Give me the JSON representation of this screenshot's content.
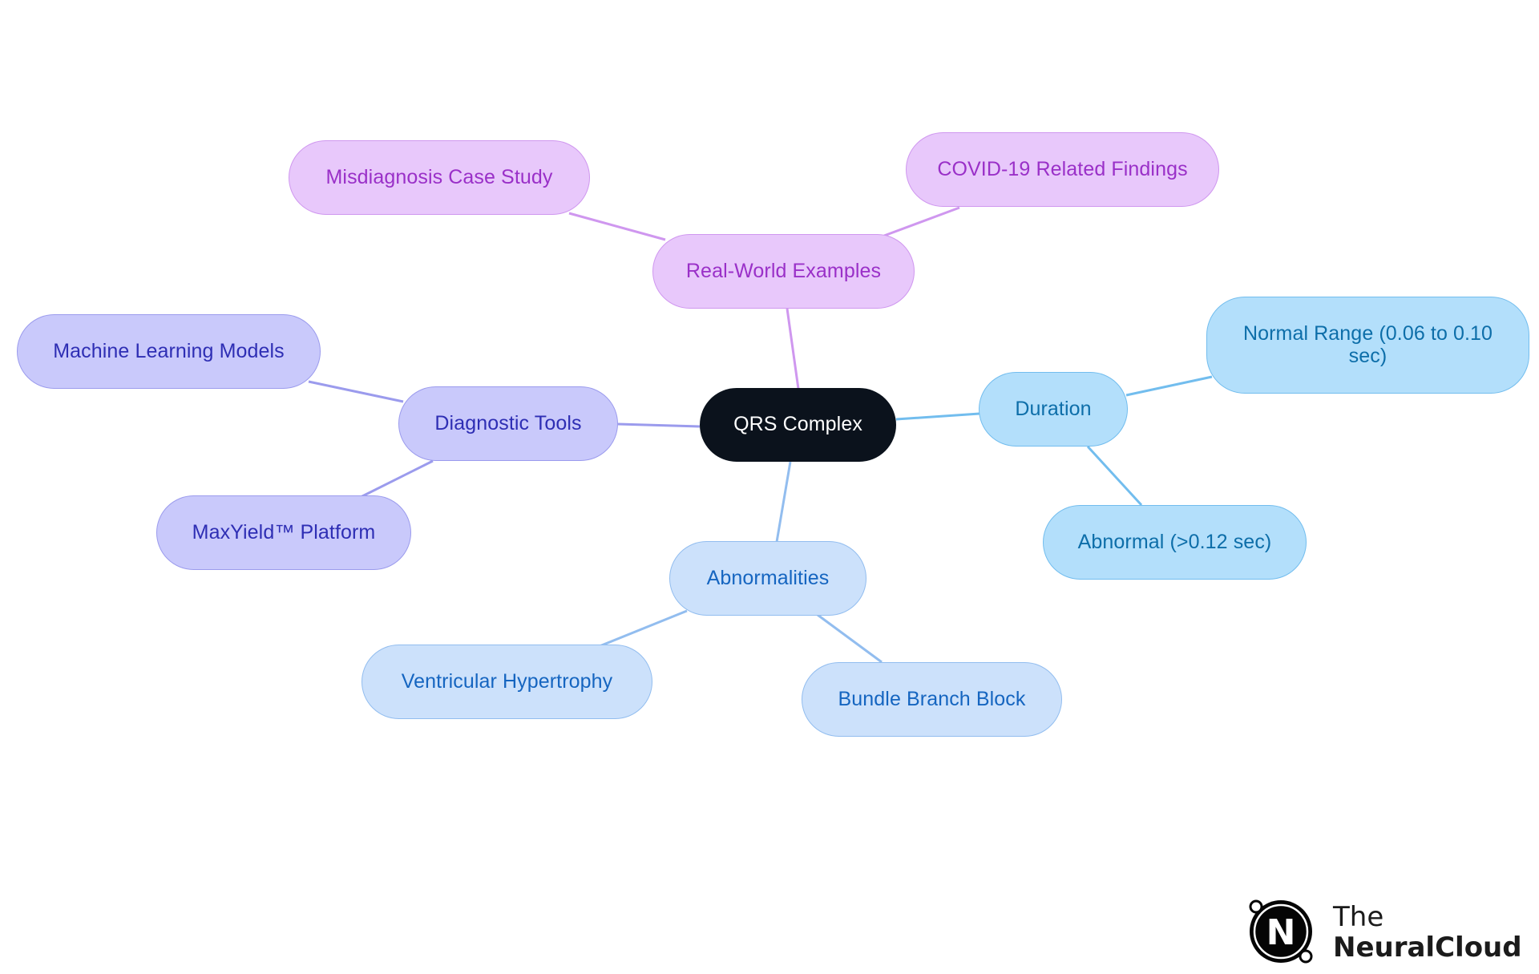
{
  "diagram": {
    "root": "QRS Complex",
    "branches": [
      {
        "label": "Real-World Examples",
        "color": "#e8c8fb",
        "children": [
          "Misdiagnosis Case Study",
          "COVID-19 Related Findings"
        ]
      },
      {
        "label": "Diagnostic Tools",
        "color": "#c9c9fb",
        "children": [
          "Machine Learning Models",
          "MaxYield™ Platform"
        ]
      },
      {
        "label": "Duration",
        "color": "#b3dffb",
        "children": [
          "Normal Range (0.06 to 0.10 sec)",
          "Abnormal (>0.12 sec)"
        ]
      },
      {
        "label": "Abnormalities",
        "color": "#cce1fb",
        "children": [
          "Ventricular Hypertrophy",
          "Bundle Branch Block"
        ]
      }
    ]
  },
  "logo": {
    "line1": "The",
    "line2": "NeuralCloud",
    "mark_letter": "N"
  }
}
